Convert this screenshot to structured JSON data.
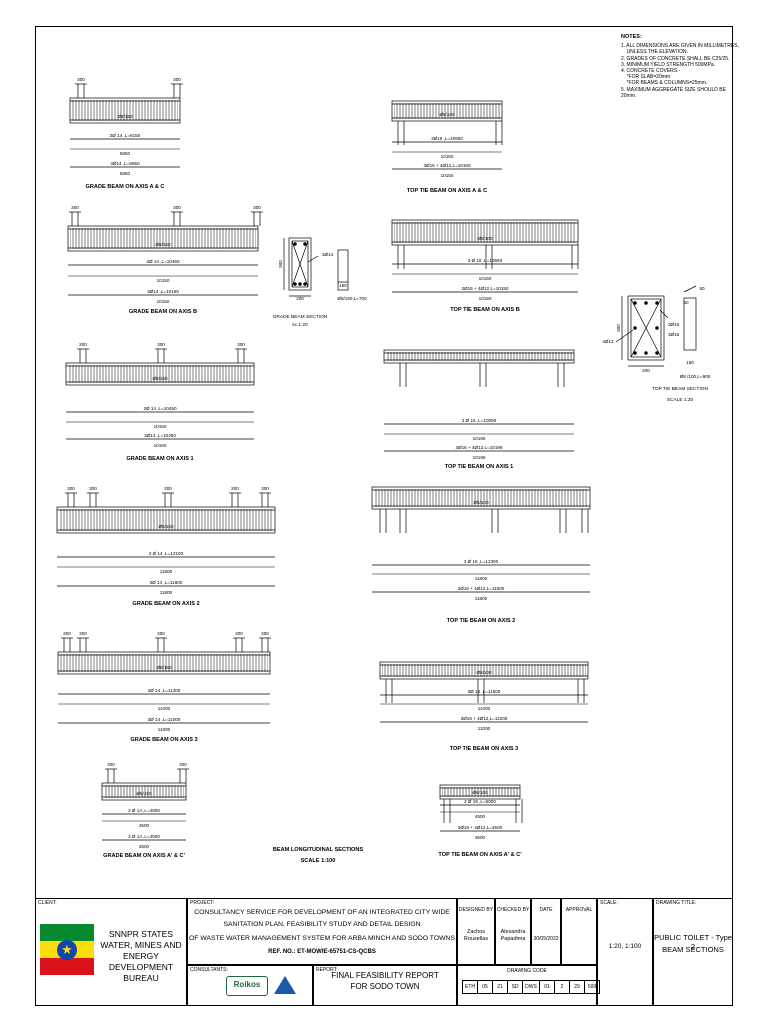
{
  "notes": {
    "title": "NOTES:",
    "items": [
      "1. ALL DIMENSIONS ARE GIVEN IN MILLIMETRES,\n    UNLESS THE ELEVATION.",
      "2. GRADES OF CONCRETE SHALL BE C25/25.",
      "3. MINIMUM YIELD STRENGTH 500MPa.",
      "4. CONCRETE COVERS:-\n    *FOR SLAB=20mm\n    *FOR BEAMS & COLUMNS=25mm.",
      "5. MAXIMUM AGGREGATE SIZE SHOULD BE 20mm."
    ]
  },
  "beams": {
    "grade_ac": {
      "title": "GRADE BEAM ON AXIS A & C",
      "col": "300",
      "bar": "Ø8/150",
      "top": "2Ø 14 ,L=6150",
      "len": "5850",
      "bot": "3Ø14 ,L=5850",
      "len2": "5850"
    },
    "grade_b": {
      "title": "GRADE BEAM ON AXIS B",
      "col": "300",
      "bar": "Ø8/150",
      "top": "2Ø 14 ,L=10450",
      "len": "10150",
      "bot": "3Ø14 ,L=10150",
      "len2": "10150"
    },
    "grade_1": {
      "title": "GRADE BEAM ON AXIS 1",
      "col": "300",
      "bar": "Ø8/150",
      "top": "2Ø 14 ,L=10450",
      "len": "10150",
      "bot": "3Ø14 ,L=10450",
      "len2": "10150"
    },
    "grade_2": {
      "title": "GRADE BEAM ON AXIS 2",
      "col": "300",
      "bar": "Ø8/150",
      "top": "2 Ø 14 ,L=12100",
      "len": "11800",
      "bot": "3Ø 14 ,L=11800",
      "len2": "11800"
    },
    "grade_3": {
      "title": "GRADE BEAM ON AXIS 3",
      "col": "300",
      "bar": "Ø8/150",
      "top": "2Ø 14 ,L=11300",
      "len": "11000",
      "bot": "3Ø 14 ,L=11000",
      "len2": "11000"
    },
    "grade_a1": {
      "title": "GRADE BEAM ON AXIS A' & C'",
      "col": "300",
      "bar": "Ø8/150",
      "top": "2 Ø 14 ,L=4800",
      "len": "4500",
      "bot": "3 Ø 14 ,L=4500",
      "len2": "4500"
    },
    "tie_ac": {
      "title": "TOP TIE BEAM ON AXIS A & C",
      "bar": "Ø8/100",
      "top": "3Ø16 ,L=10650",
      "len": "10150",
      "bot": "3Ø16 + 4Ø12,L=10150",
      "len2": "10150"
    },
    "tie_b": {
      "title": "TOP TIE BEAM ON AXIS B",
      "bar": "Ø8/100",
      "top": "3 Ø 16 ,L=10650",
      "len": "10150",
      "bot": "3Ø16 + 4Ø12,L=10150",
      "len2": "10150"
    },
    "tie_1": {
      "title": "TOP TIE BEAM ON AXIS 1",
      "top": "3 Ø 16 ,L=10096",
      "len": "10196",
      "bot": "3Ø16 + 4Ø12,L=10196",
      "len2": "10196"
    },
    "tie_2": {
      "title": "TOP TIE BEAM ON AXIS 2",
      "bar": "Ø8/100",
      "top": "3 Ø 16 ,L=12300",
      "len": "11800",
      "bot": "3Ø16 + 4Ø12,L=11800",
      "len2": "11800"
    },
    "tie_3": {
      "title": "TOP TIE BEAM ON AXIS 3",
      "bar": "Ø8/100",
      "top": "3Ø 16 ,L=11500",
      "len": "11000",
      "bot": "3Ø16 + 4Ø12,L=11000",
      "len2": "11000"
    },
    "tie_a1": {
      "title": "TOP TIE BEAM ON AXIS A' & C'",
      "bar": "Ø8/100",
      "top": "2 Ø 16 ,L=5000",
      "len": "4500",
      "bot": "3Ø16 + 4Ø12,L=4500",
      "len2": "4500"
    }
  },
  "sections": {
    "grade": {
      "title": "GRADE BEAM SECTION",
      "scale": "sc.1:20",
      "bar": "3Ø14",
      "w": "200",
      "h": "300",
      "stirrup": "Ø8/150,L=700",
      "hook": "150"
    },
    "tie": {
      "title": "TOP TIE BEAM SECTION",
      "scale": "SCALE 1:20",
      "bar_a": "3Ø16",
      "bar_b": "3Ø16",
      "side": "4Ø12",
      "w": "200",
      "h": "300",
      "stirrup": "Ø8 /100,L=900",
      "hook": "150",
      "d1": "50",
      "d2": "50"
    }
  },
  "caption": {
    "line1": "BEAM LONGITUDINAL SECTIONS",
    "line2": "SCALE 1:100"
  },
  "title_block": {
    "client_label": "CLIENT:",
    "client_name": "SNNPR STATES WATER, MINES AND ENERGY DEVELOPMENT BUREAU",
    "project_label": "PROJECT:",
    "project_l1": "CONSULTANCY SERVICE FOR DEVELOPMENT OF AN INTEGRATED CITY WIDE",
    "project_l2": "SANITATION PLAN, FEASIBILITY STUDY AND DETAIL DESIGN",
    "project_l3": "OF WASTE WATER MANAGEMENT SYSTEM FOR ARBA MINCH AND SODO TOWNS",
    "ref": "REF. NO.: ET-MOWIE-65751-CS-QCBS",
    "consultants_label": "CONSULTANTS:",
    "consultant_logo": "Roikos",
    "report_label": "REPORT:",
    "report_l1": "FINAL FEASIBILITY REPORT",
    "report_l2": "FOR SODO TOWN",
    "designed_by_label": "DESIGNED BY",
    "checked_by_label": "CHECKED BY",
    "date_label": "DATE",
    "approval_label": "APPROVAL",
    "designed_by": "Zachos Rousellas",
    "checked_by": "Alexandra Papadima",
    "date": "30/05/2022",
    "drawing_code_label": "DRAWING CODE",
    "drawing_code": [
      "ETH",
      "05",
      "21",
      "SD",
      "DWS",
      "01",
      "2",
      "29",
      "509"
    ],
    "scale_label": "SCALE:",
    "scale": "1:20, 1:100",
    "drawing_title_label": "DRAWING TITLE:",
    "drawing_title_l1": "PUBLIC TOILET - Type 2",
    "drawing_title_l2": "BEAM SECTIONS"
  },
  "colors": {
    "flag_green": "#078930",
    "flag_yellow": "#fcdd09",
    "flag_red": "#da121a",
    "emblem_blue": "#0f47af"
  }
}
